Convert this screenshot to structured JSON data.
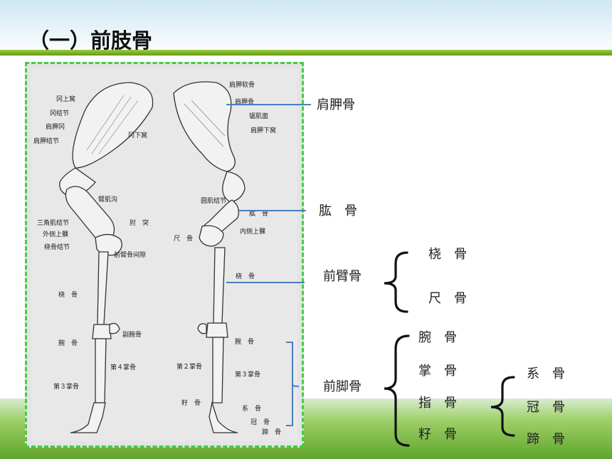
{
  "title": "（一）前肢骨",
  "left_labels": {
    "l1": "冈上窝",
    "l2": "冈结节",
    "l3": "肩胛冈",
    "l4": "肩胛结节",
    "l5": "冈下窝",
    "l6": "臂肌沟",
    "l7": "三角肌结节",
    "l8": "肘　突",
    "l9": "外侧上髁",
    "l10": "桡骨结节",
    "l11": "前臂骨间隙",
    "l12": "桡　骨",
    "l13": "腕　骨",
    "l14": "副腕骨",
    "l15": "第４掌骨",
    "l16": "第３掌骨"
  },
  "right_labels": {
    "r1": "肩胛软骨",
    "r2": "肩胛骨",
    "r3": "锯肌面",
    "r4": "肩胛下窝",
    "r5": "圆肌结节",
    "r6": "肱　骨",
    "r7": "尺　骨",
    "r8": "内侧上髁",
    "r9": "桡　骨",
    "r10": "腕　骨",
    "r11": "第２掌骨",
    "r12": "第３掌骨",
    "r13": "籽　骨",
    "r14": "系　骨",
    "r15": "冠　骨",
    "r16": "蹄　骨"
  },
  "callouts": {
    "scapula": "肩胛骨",
    "humerus": "肱　骨",
    "forearm": "前臂骨",
    "radius": "桡　骨",
    "ulna": "尺　骨",
    "forefoot": "前脚骨",
    "carpal": "腕　骨",
    "metacarpal": "掌　骨",
    "digit": "指　骨",
    "sesamoid": "籽　骨",
    "phalanx1": "系　骨",
    "phalanx2": "冠　骨",
    "phalanx3": "蹄　骨"
  },
  "colors": {
    "accent_line": "#4a7fc1",
    "panel_border": "#3fcf3f",
    "bar_green": "#6aa820"
  }
}
